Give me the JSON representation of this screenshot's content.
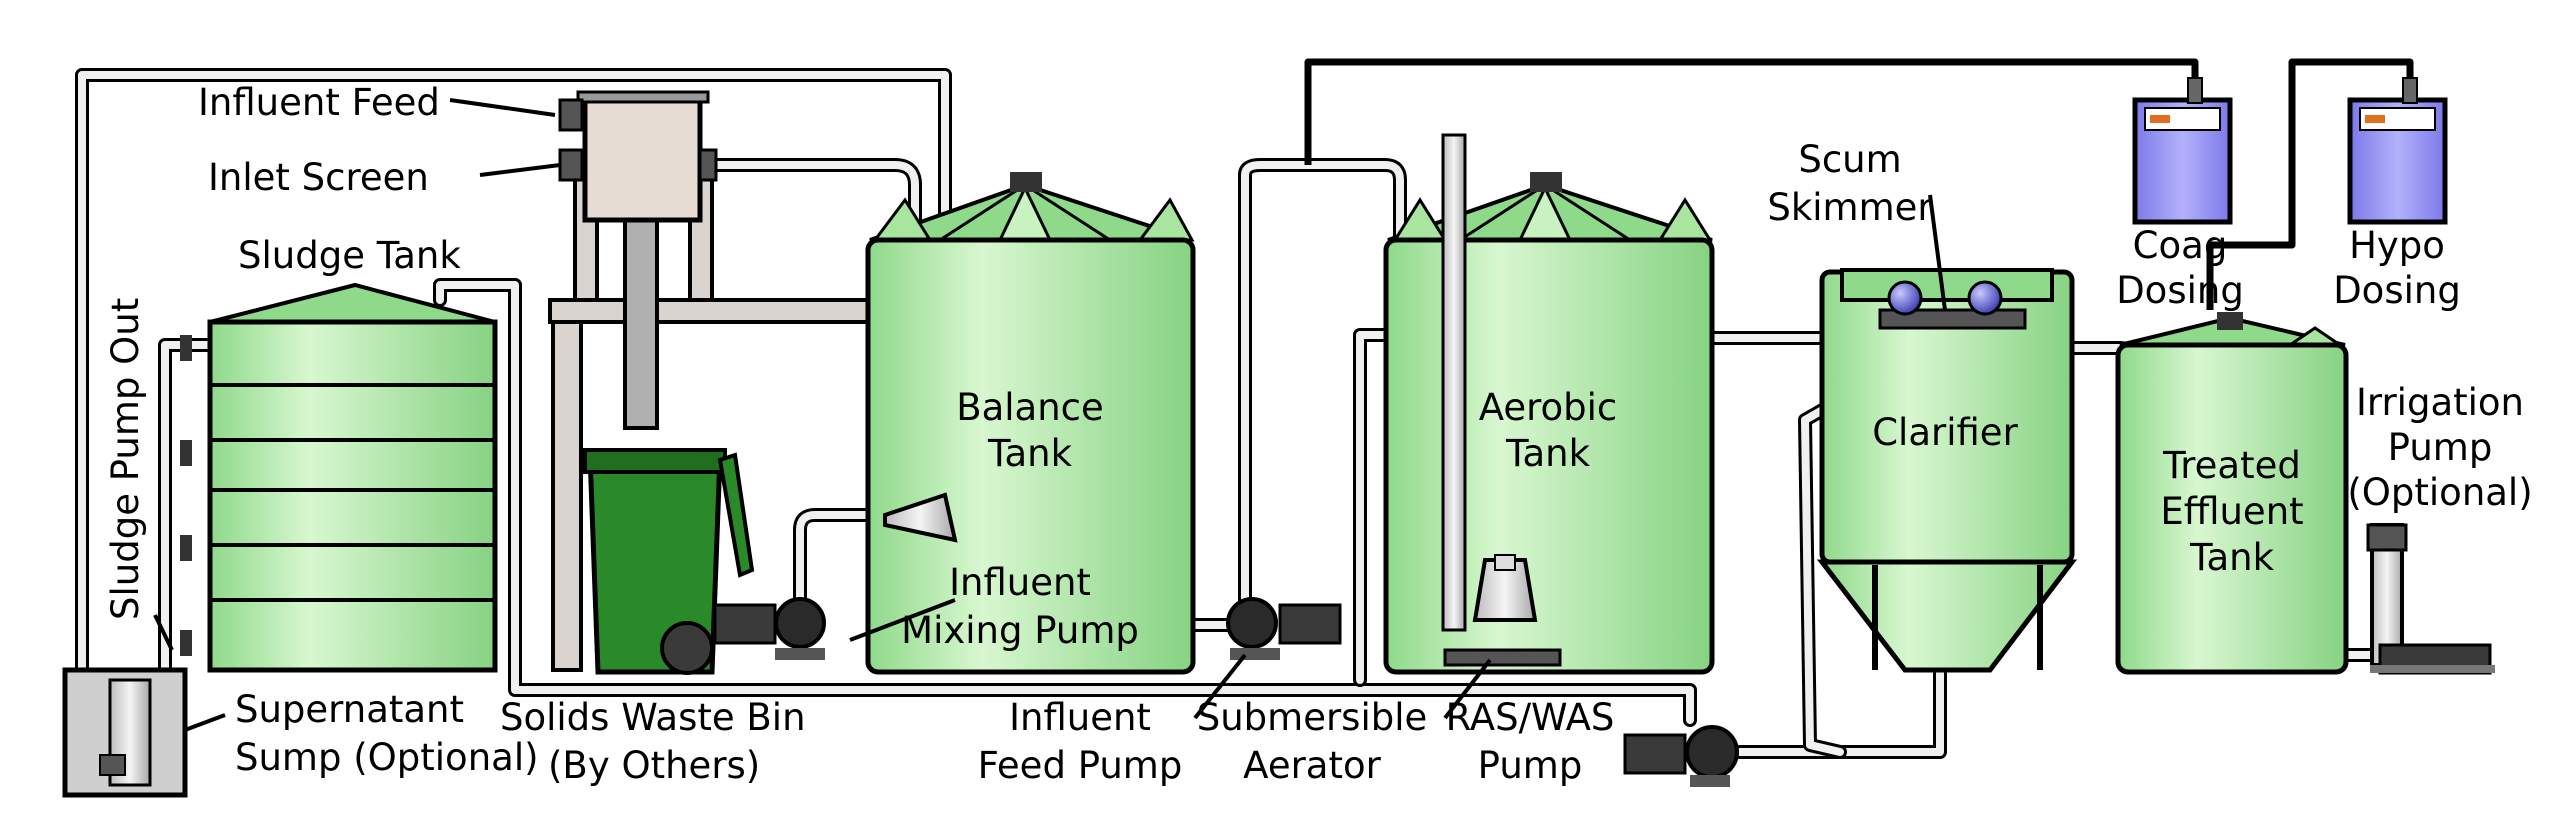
{
  "colors": {
    "tank_green": "#b9ecb0",
    "tank_dark": "#7fcf7a",
    "bin_green": "#2a8a2a",
    "dosing_blue": "#8f8df2",
    "steel": "#d9d4cf",
    "pump_dark": "#3a3a3a"
  },
  "labels": {
    "influent_feed": "Influent Feed",
    "inlet_screen": "Inlet Screen",
    "sludge_tank": "Sludge Tank",
    "sludge_pump_out": "Sludge Pump Out",
    "supernatant_sump_1": "Supernatant",
    "supernatant_sump_2": "Sump (Optional)",
    "solids_bin_1": "Solids Waste Bin",
    "solids_bin_2": "(By Others)",
    "balance_tank_1": "Balance",
    "balance_tank_2": "Tank",
    "influent_mixing_pump_1": "Influent",
    "influent_mixing_pump_2": "Mixing Pump",
    "influent_feed_pump_1": "Influent",
    "influent_feed_pump_2": "Feed Pump",
    "submersible_aerator_1": "Submersible",
    "submersible_aerator_2": "Aerator",
    "aerobic_tank_1": "Aerobic",
    "aerobic_tank_2": "Tank",
    "ras_was_pump_1": "RAS/WAS",
    "ras_was_pump_2": "Pump",
    "scum_skimmer_1": "Scum",
    "scum_skimmer_2": "Skimmer",
    "clarifier": "Clarifier",
    "coag_dosing_1": "Coag",
    "coag_dosing_2": "Dosing",
    "hypo_dosing_1": "Hypo",
    "hypo_dosing_2": "Dosing",
    "treated_effluent_1": "Treated",
    "treated_effluent_2": "Effluent",
    "treated_effluent_3": "Tank",
    "irrigation_pump_1": "Irrigation",
    "irrigation_pump_2": "Pump",
    "irrigation_pump_3": "(Optional)"
  }
}
